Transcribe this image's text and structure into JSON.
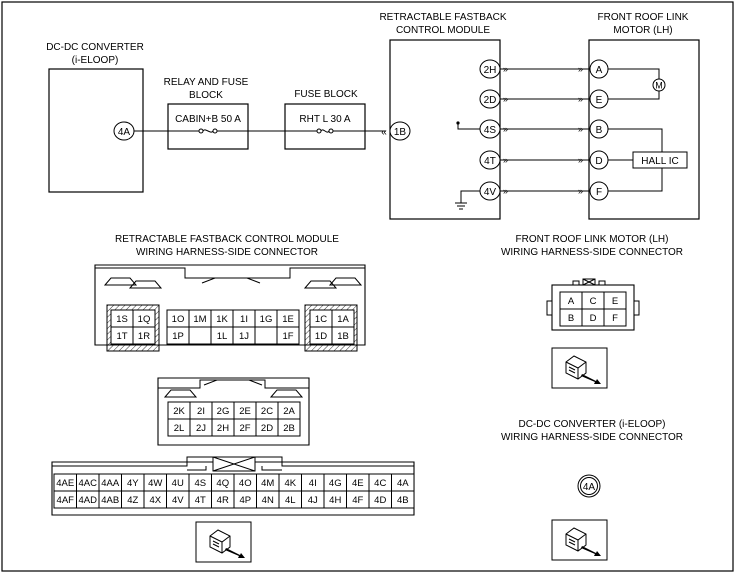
{
  "top": {
    "dcdc": {
      "line1": "DC-DC CONVERTER",
      "line2": "(i-ELOOP)",
      "terminal": "4A"
    },
    "relay": {
      "line1": "RELAY AND FUSE",
      "line2": "BLOCK",
      "fuse": "CABIN+B 50 A"
    },
    "fuse_block": {
      "title": "FUSE BLOCK",
      "fuse": "RHT L 30 A"
    },
    "module": {
      "line1": "RETRACTABLE FASTBACK",
      "line2": "CONTROL MODULE",
      "input_terminal": "1B",
      "terminals": [
        "2H",
        "2D",
        "4S",
        "4T",
        "4V"
      ]
    },
    "motor": {
      "line1": "FRONT ROOF LINK",
      "line2": "MOTOR (LH)",
      "terminals": [
        "A",
        "E",
        "B",
        "D",
        "F"
      ],
      "motor_symbol": "M",
      "hall_ic": "HALL IC"
    }
  },
  "connectors": {
    "module_title": {
      "line1": "RETRACTABLE FASTBACK CONTROL MODULE",
      "line2": "WIRING HARNESS-SIDE CONNECTOR"
    },
    "motor_title": {
      "line1": "FRONT ROOF LINK MOTOR (LH)",
      "line2": "WIRING HARNESS-SIDE CONNECTOR"
    },
    "dcdc_title": {
      "line1": "DC-DC CONVERTER (i-ELOOP)",
      "line2": "WIRING HARNESS-SIDE CONNECTOR"
    },
    "dcdc_terminal": "4A",
    "connector1": {
      "left_block": [
        [
          "1S",
          "1Q"
        ],
        [
          "1T",
          "1R"
        ]
      ],
      "middle_block": [
        [
          "1O",
          "1M",
          "1K",
          "1I",
          "1G",
          "1E"
        ],
        [
          "1P",
          "",
          "1L",
          "1J",
          "",
          "1F"
        ]
      ],
      "right_block": [
        [
          "1C",
          "1A"
        ],
        [
          "1D",
          "1B"
        ]
      ]
    },
    "connector2": [
      [
        "2K",
        "2I",
        "2G",
        "2E",
        "2C",
        "2A"
      ],
      [
        "2L",
        "2J",
        "2H",
        "2F",
        "2D",
        "2B"
      ]
    ],
    "connector4": [
      [
        "4AE",
        "4AC",
        "4AA",
        "4Y",
        "4W",
        "4U",
        "4S",
        "4Q",
        "4O",
        "4M",
        "4K",
        "4I",
        "4G",
        "4E",
        "4C",
        "4A"
      ],
      [
        "4AF",
        "4AD",
        "4AB",
        "4Z",
        "4X",
        "4V",
        "4T",
        "4R",
        "4P",
        "4N",
        "4L",
        "4J",
        "4H",
        "4F",
        "4D",
        "4B"
      ]
    ],
    "motor_connector": [
      [
        "A",
        "C",
        "E"
      ],
      [
        "B",
        "D",
        "F"
      ]
    ]
  }
}
